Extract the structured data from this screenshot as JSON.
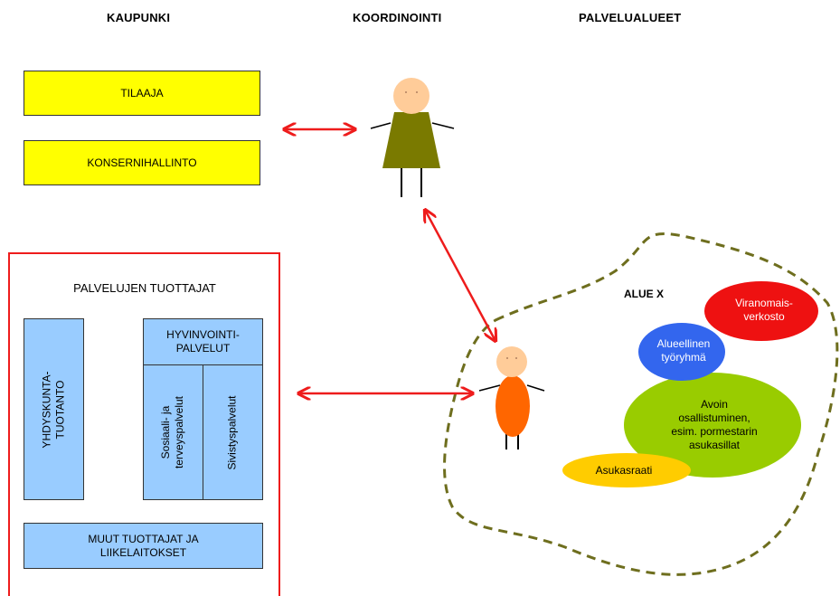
{
  "headers": {
    "city": "KAUPUNKI",
    "coordination": "KOORDINOINTI",
    "service_areas": "PALVELUALUEET"
  },
  "city_boxes": {
    "orderer": "TILAAJA",
    "group_management": "KONSERNIHALLINTO"
  },
  "producers": {
    "title": "PALVELUJEN TUOTTAJAT",
    "community_production": "YHDYSKUNTA-\nTUOTANTO",
    "welfare_services": "HYVINVOINTI-\nPALVELUT",
    "social_health": "Sosiaali- ja\nterveyspalvelut",
    "education": "Sivistyspalvelut",
    "other": "MUUT TUOTTAJAT JA\nLIIKELAITOKSET"
  },
  "area": {
    "title": "ALUE X",
    "authority_network": "Viranomais-\nverkosto",
    "regional_group": "Alueellinen\ntyöryhmä",
    "open_participation": "Avoin\nosallistuminen,\nesim. pormestarin\nasukasillat",
    "residents_council": "Asukasraati"
  },
  "colors": {
    "yellow_box": "#ffff00",
    "blue_box": "#99ccff",
    "producers_border": "#ee1c1c",
    "arrows": "#ee1c1c",
    "area_outline": "#6e6e1e",
    "coordinator_dress": "#7a7a00",
    "area_person_body": "#ff6600",
    "skin": "#ffcc99",
    "authority_network": "#ee1111",
    "regional_group": "#3366ee",
    "open_participation": "#99cc00",
    "residents_council": "#ffcc00"
  },
  "icons": [
    "coordinator-person-icon",
    "area-person-icon",
    "double-arrow-icon"
  ]
}
